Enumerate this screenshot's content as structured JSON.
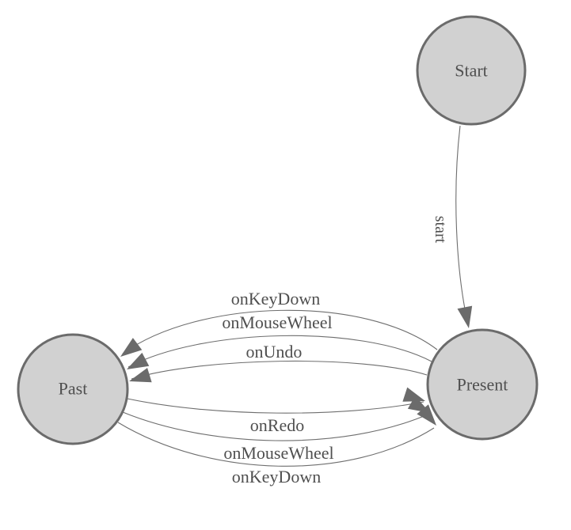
{
  "colors": {
    "background": "#ffffff",
    "node_fill": "#d1d1d1",
    "node_stroke": "#6b6b6b",
    "edge_stroke": "#6e6e6e",
    "arrow_fill": "#6b6b6b",
    "label_text": "#4f4f4f"
  },
  "nodes": {
    "start": {
      "label": "Start"
    },
    "present": {
      "label": "Present"
    },
    "past": {
      "label": "Past"
    }
  },
  "edges": {
    "start_to_present": {
      "label": "start"
    },
    "present_to_past": [
      {
        "label": "onKeyDown"
      },
      {
        "label": "onMouseWheel"
      },
      {
        "label": "onUndo"
      }
    ],
    "past_to_present": [
      {
        "label": "onRedo"
      },
      {
        "label": "onMouseWheel"
      },
      {
        "label": "onKeyDown"
      }
    ]
  }
}
